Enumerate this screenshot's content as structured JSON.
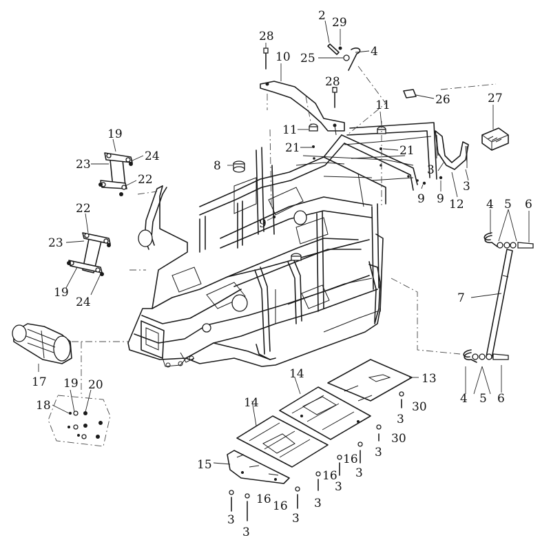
{
  "diagram": {
    "callouts": [
      {
        "id": "c2",
        "text": "2"
      },
      {
        "id": "c29",
        "text": "29"
      },
      {
        "id": "c4a",
        "text": "4"
      },
      {
        "id": "c25",
        "text": "25"
      },
      {
        "id": "c28a",
        "text": "28"
      },
      {
        "id": "c10",
        "text": "10"
      },
      {
        "id": "c28b",
        "text": "28"
      },
      {
        "id": "c26",
        "text": "26"
      },
      {
        "id": "c11a",
        "text": "11"
      },
      {
        "id": "c11b",
        "text": "11"
      },
      {
        "id": "c27",
        "text": "27"
      },
      {
        "id": "c21a",
        "text": "21"
      },
      {
        "id": "c21b",
        "text": "21"
      },
      {
        "id": "c8",
        "text": "8"
      },
      {
        "id": "c19a",
        "text": "19"
      },
      {
        "id": "c24a",
        "text": "24"
      },
      {
        "id": "c23a",
        "text": "23"
      },
      {
        "id": "c22a",
        "text": "22"
      },
      {
        "id": "c3a",
        "text": "3"
      },
      {
        "id": "c3b",
        "text": "3"
      },
      {
        "id": "c9a",
        "text": "9"
      },
      {
        "id": "c9b",
        "text": "9"
      },
      {
        "id": "c12",
        "text": "12"
      },
      {
        "id": "c9c",
        "text": "9"
      },
      {
        "id": "c22b",
        "text": "22"
      },
      {
        "id": "c4b",
        "text": "4"
      },
      {
        "id": "c5a",
        "text": "5"
      },
      {
        "id": "c6a",
        "text": "6"
      },
      {
        "id": "c23b",
        "text": "23"
      },
      {
        "id": "c19b",
        "text": "19"
      },
      {
        "id": "c24b",
        "text": "24"
      },
      {
        "id": "c7",
        "text": "7"
      },
      {
        "id": "c17",
        "text": "17"
      },
      {
        "id": "c19c",
        "text": "19"
      },
      {
        "id": "c20",
        "text": "20"
      },
      {
        "id": "c18",
        "text": "18"
      },
      {
        "id": "c13",
        "text": "13"
      },
      {
        "id": "c14a",
        "text": "14"
      },
      {
        "id": "c14b",
        "text": "14"
      },
      {
        "id": "c4c",
        "text": "4"
      },
      {
        "id": "c5b",
        "text": "5"
      },
      {
        "id": "c6b",
        "text": "6"
      },
      {
        "id": "c30a",
        "text": "30"
      },
      {
        "id": "c3c",
        "text": "3"
      },
      {
        "id": "c30b",
        "text": "30"
      },
      {
        "id": "c3d",
        "text": "3"
      },
      {
        "id": "c16a",
        "text": "16"
      },
      {
        "id": "c3e",
        "text": "3"
      },
      {
        "id": "c15",
        "text": "15"
      },
      {
        "id": "c16b",
        "text": "16"
      },
      {
        "id": "c3f",
        "text": "3"
      },
      {
        "id": "c16c",
        "text": "16"
      },
      {
        "id": "c16d",
        "text": "16"
      },
      {
        "id": "c3g",
        "text": "3"
      },
      {
        "id": "c3h",
        "text": "3"
      },
      {
        "id": "c3i",
        "text": "3"
      },
      {
        "id": "c3j",
        "text": "3"
      }
    ]
  }
}
